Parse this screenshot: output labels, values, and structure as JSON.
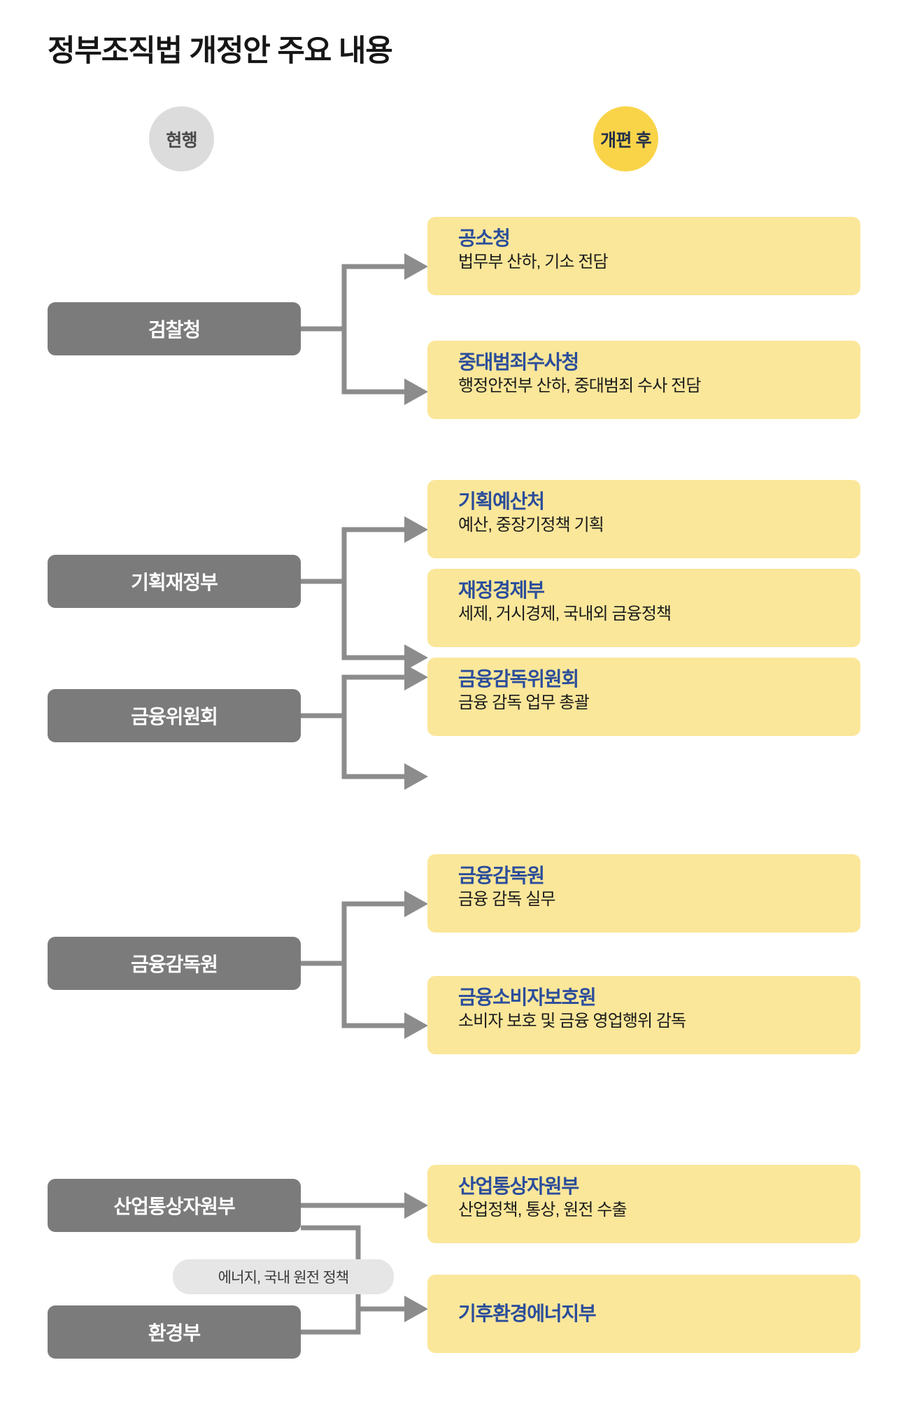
{
  "title": "정부조직법 개정안 주요 내용",
  "colors": {
    "old_box_bg": "#7b7b7b",
    "new_box_bg": "#fbe79a",
    "new_title_text": "#2b4d9b",
    "legend_current_bg": "#dcdcdc",
    "legend_after_bg": "#f9d449",
    "connector": "#8c8c8c",
    "note_pill_bg": "#e6e6e6"
  },
  "legend": {
    "current": "현행",
    "after": "개편 후"
  },
  "groups": [
    {
      "id": "prosecution",
      "old": [
        "검찰청"
      ],
      "new": [
        {
          "title": "공소청",
          "desc": "법무부 산하, 기소 전담"
        },
        {
          "title": "중대범죄수사청",
          "desc": "행정안전부 산하, 중대범죄 수사 전담"
        }
      ]
    },
    {
      "id": "finance",
      "old": [
        "기획재정부",
        "금융위원회"
      ],
      "new": [
        {
          "title": "기획예산처",
          "desc": "예산, 중장기정책 기획"
        },
        {
          "title": "재정경제부",
          "desc": "세제, 거시경제, 국내외 금융정책"
        },
        {
          "title": "금융감독위원회",
          "desc": "금융 감독 업무 총괄"
        }
      ]
    },
    {
      "id": "supervision",
      "old": [
        "금융감독원"
      ],
      "new": [
        {
          "title": "금융감독원",
          "desc": "금융 감독 실무"
        },
        {
          "title": "금융소비자보호원",
          "desc": "소비자 보호 및 금융 영업행위 감독"
        }
      ]
    },
    {
      "id": "industry-environment",
      "old": [
        "산업통상자원부",
        "환경부"
      ],
      "note": "에너지, 국내 원전 정책",
      "new": [
        {
          "title": "산업통상자원부",
          "desc": "산업정책, 통상, 원전 수출"
        },
        {
          "title": "기후환경에너지부",
          "desc": ""
        }
      ]
    }
  ]
}
